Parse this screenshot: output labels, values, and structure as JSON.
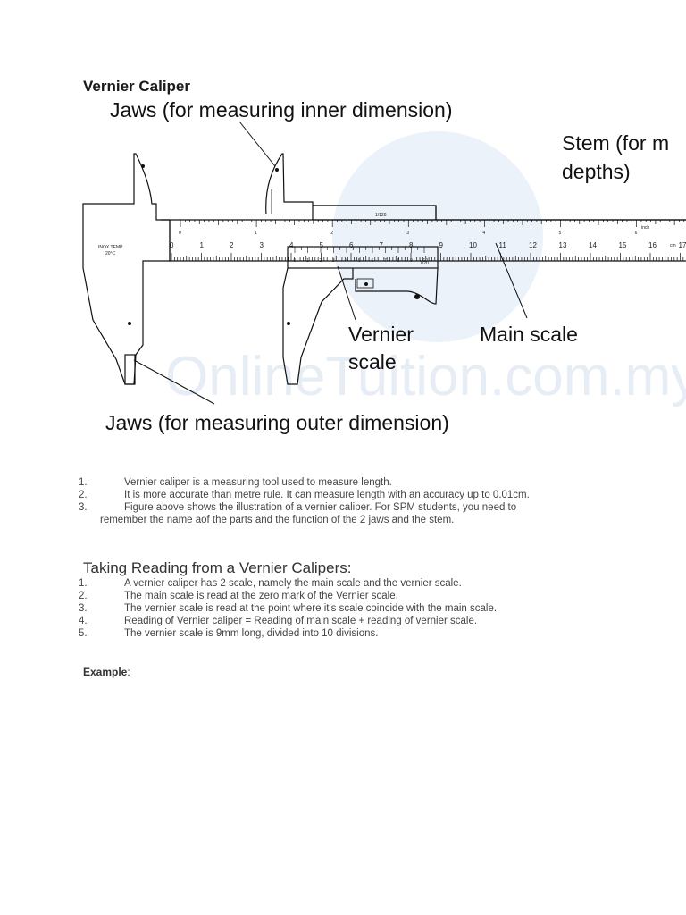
{
  "title": "Vernier Caliper",
  "figure": {
    "labels": {
      "inner_jaws": "Jaws (for measuring inner dimension)",
      "stem_line1": "Stem (for m",
      "stem_line2": "depths)",
      "vernier_line1": "Vernier",
      "vernier_line2": "scale",
      "main_scale": "Main scale",
      "outer_jaws": "Jaws (for measuring outer dimension)",
      "body_text1": "INOX TEMP",
      "body_text2": "20°C",
      "cm": "cm",
      "inch": "inch",
      "vernier_top": "1/128",
      "vernier_bottom": "1/20",
      "watermark": "OnlineTuition.com.my"
    },
    "main_numbers": [
      "0",
      "1",
      "2",
      "3",
      "4",
      "5",
      "6",
      "7",
      "8",
      "9",
      "10",
      "11",
      "12",
      "13",
      "14",
      "15",
      "16",
      "17"
    ],
    "inch_numbers": [
      "0",
      "1",
      "2",
      "3",
      "4",
      "5",
      "6"
    ],
    "vernier_numbers": [
      "0",
      "1",
      "2",
      "3",
      "4",
      "5",
      "6",
      "7",
      "8",
      "9",
      "10"
    ],
    "colors": {
      "line": "#111111",
      "watermark": "#e4ecf4",
      "watermark_circle": "#dde8f4"
    }
  },
  "list1": [
    {
      "num": "1.",
      "text": "Vernier caliper is a measuring tool used to measure length."
    },
    {
      "num": "2.",
      "text": "It is more accurate than metre rule. It can measure length with an accuracy up to 0.01cm."
    },
    {
      "num": "3.",
      "text": "Figure above shows the illustration of a vernier caliper. For SPM students, you need to",
      "cont": "remember the name aof the parts and the function of the 2 jaws and the stem."
    }
  ],
  "subheading": "Taking Reading from a Vernier Calipers:",
  "list2": [
    {
      "num": "1.",
      "text": "A vernier caliper has 2 scale, namely the main scale and the vernier scale."
    },
    {
      "num": "2.",
      "text": "The main scale is read at the zero mark of the Vernier scale."
    },
    {
      "num": "3.",
      "text": "The vernier scale is read at the point where it's scale coincide with the main scale."
    },
    {
      "num": "4.",
      "text": "Reading of Vernier caliper = Reading of main scale + reading of vernier scale."
    },
    {
      "num": "5.",
      "text": "The vernier scale is 9mm long, divided into 10 divisions."
    }
  ],
  "example": {
    "label": "Example",
    "suffix": ":"
  }
}
